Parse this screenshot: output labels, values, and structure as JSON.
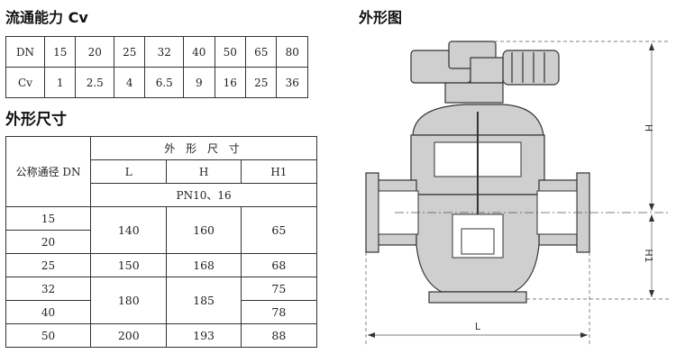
{
  "cv": {
    "title": "流通能力 Cv",
    "row_dn_label": "DN",
    "row_cv_label": "Cv",
    "dn": [
      "15",
      "20",
      "25",
      "32",
      "40",
      "50",
      "65",
      "80"
    ],
    "cv": [
      "1",
      "2.5",
      "4",
      "6.5",
      "9",
      "16",
      "25",
      "36"
    ]
  },
  "dimensions": {
    "title": "外形尺寸",
    "col_nominal": "公称通径 DN",
    "group_header": "外 形 尺 寸",
    "col_L": "L",
    "col_H": "H",
    "col_H1": "H1",
    "pressure": "PN10、16",
    "rows": {
      "dn15": "15",
      "dn20": "20",
      "dn25": "25",
      "dn32": "32",
      "dn40": "40",
      "dn50": "50",
      "l_15_20": "140",
      "h_15_20": "160",
      "h1_15_20": "65",
      "l_25": "150",
      "h_25": "168",
      "h1_25": "68",
      "l_32_40": "180",
      "h_32_40": "185",
      "h1_32": "75",
      "h1_40": "78",
      "l_50": "200",
      "h_50": "193",
      "h1_50": "88"
    }
  },
  "drawing": {
    "title": "外形图",
    "label_H": "H",
    "label_H1": "H1",
    "label_L": "L"
  }
}
